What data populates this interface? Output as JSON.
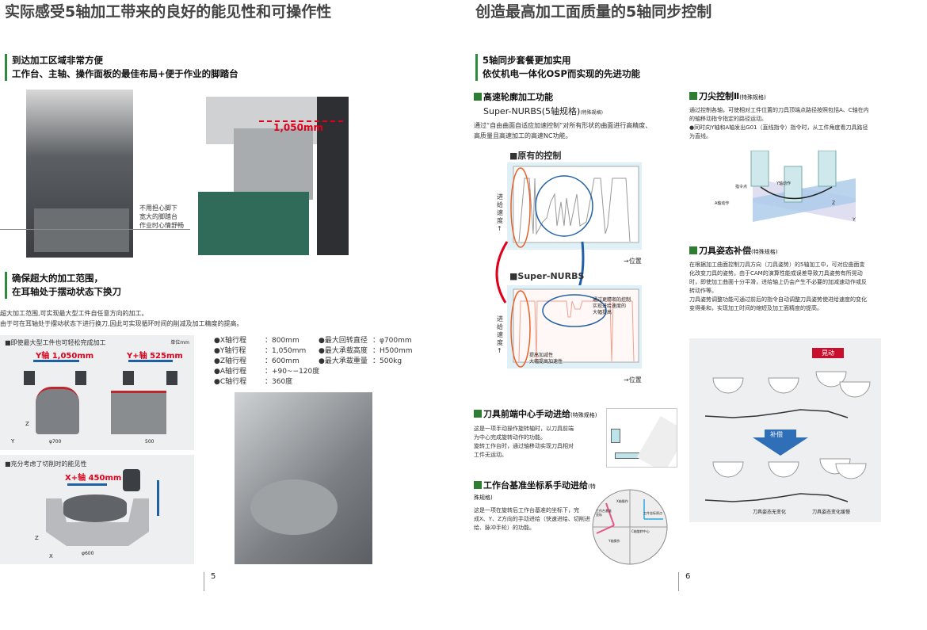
{
  "left": {
    "title": "实际感受5轴加工带来的良好的能见性和可操作性",
    "sec1": {
      "line1": "到达加工区域非常方便",
      "line2": "工作台、主轴、操作面板的最佳布局+便于作业的脚踏台",
      "dimension": "1,050mm",
      "caption": [
        "不用担心脚下",
        "宽大的脚踏台",
        "作业时心情舒畅"
      ]
    },
    "sec2": {
      "line1": "确保超大的加工范围，",
      "line2": "在耳轴处于摆动状态下换刀",
      "body": [
        "超大加工范围,可实现最大型工件自任意方向的加工。",
        "由于可在耳轴处于摆动状态下进行换刀,因此可实现循环时间的削减及加工精度的提高。"
      ]
    },
    "fig1": {
      "title": "■即使最大型工件也可轻松完成加工",
      "unit": "单位mm",
      "y_label": "Y轴  1,050mm",
      "yplus_label": "Y+轴  525mm",
      "dia": "φ700",
      "dim500": "500",
      "z": "Z",
      "y": "Y"
    },
    "fig2": {
      "title": "■充分考虑了切削时的能见性",
      "x_label": "X+轴  450mm",
      "dia": "φ600",
      "z": "Z",
      "x": "X"
    },
    "specs": [
      {
        "k": "●X轴行程",
        "v": "：800mm"
      },
      {
        "k": "●Y轴行程",
        "v": "：1,050mm"
      },
      {
        "k": "●Z轴行程",
        "v": "：600mm"
      },
      {
        "k": "●A轴行程",
        "v": "：+90~−120度"
      },
      {
        "k": "●C轴行程",
        "v": "：360度"
      }
    ],
    "specs2": [
      {
        "k": "●最大回转直径",
        "v": "：φ700mm"
      },
      {
        "k": "●最大承载高度",
        "v": "：H500mm"
      },
      {
        "k": "●最大承载重量",
        "v": "：500kg"
      }
    ],
    "page": "5"
  },
  "right": {
    "title": "创造最高加工面质量的5轴同步控制",
    "head": {
      "line1": "5轴同步套餐更加实用",
      "line2": "依仗机电一体化OSP而实现的先进功能"
    },
    "nurbs": {
      "title": "高速轮廓加工功能",
      "sub": "Super-NURBS(5轴规格)",
      "tag": "(特殊规格)",
      "body": [
        "通过“自由曲面自适应加速控制”对所有形状的曲面进行高精度、",
        "高质量且高速加工的高速NC功能。"
      ],
      "chart1_title": "■原有的控制",
      "chart2_title": "■Super-NURBS",
      "ylabel": "进给速度↑",
      "xlabel": "→位置",
      "note1": [
        "通过更精密的控制",
        "实现进给速度的",
        "大幅提高"
      ],
      "note2": [
        "提高加减性",
        "大幅提高加速性"
      ]
    },
    "tip": {
      "title": "刀尖控制Ⅱ",
      "tag": "(特殊规格)",
      "body": [
        "通过控制各轴，可使相对工件位置的刀具顶端点路径按照包括A、C轴在内",
        "的轴移动指令指定的路径运动。",
        "●同时向Y轴和A轴发出G01（直线指令）指令时，从工件角度看刀具路径",
        "  为直线。"
      ],
      "labels": {
        "cmd": "指令点",
        "y": "Y轴动作",
        "a": "A轴动作",
        "Z": "Z",
        "Y": "Y"
      }
    },
    "pose": {
      "title": "刀具姿态补偿",
      "tag": "(特殊规格)",
      "body": [
        "在根据加工曲面控制刀具方向（刀具姿势）的5轴加工中，可对应曲面变",
        "化改变刀具的姿势。由于CAM的演算性能或误差导致刀具姿势有所晃动",
        "时，即使加工曲面十分平滑，进给轴上仍会产生不必要的加减速动作或反",
        "转动作等。",
        "刀具姿势调整功能可通过前后的指令自动调整刀具姿势使进给速度的变化",
        "变得柔和，实现加工时间的缩短及加工面精度的提高。"
      ],
      "shake": "晃动",
      "comp": "补偿",
      "cap1": "刀具姿态无变化",
      "cap2": "刀具姿态变化缓慢"
    },
    "front": {
      "title": "刀具前端中心手动进给",
      "tag": "(特殊规格)",
      "body": [
        "这是一项手动操作旋转轴时，以刀具前端",
        "为中心完成旋转动作的功能。",
        "旋转工作台时，通过轴移动实现刀具相对",
        "工件无运动。"
      ]
    },
    "table": {
      "title": "工作台基准坐标系手动进给",
      "tag": "(特殊规格)",
      "body": [
        "这是一项在旋转后工作台基准的坐标下，完",
        "成X、Y、Z方向的手动进给（快速进给、切削进",
        "给、脉冲手轮）的功能。"
      ],
      "labels": {
        "a": "工作台基准坐标",
        "b": "工件坐标原点",
        "c": "C轴旋转中心",
        "x": "X轴操作",
        "y": "Y轴操作"
      }
    },
    "page": "6"
  },
  "colors": {
    "green": "#2e7d32",
    "red": "#e0001b",
    "blue": "#1f5fa8",
    "orange": "#e8622a"
  }
}
